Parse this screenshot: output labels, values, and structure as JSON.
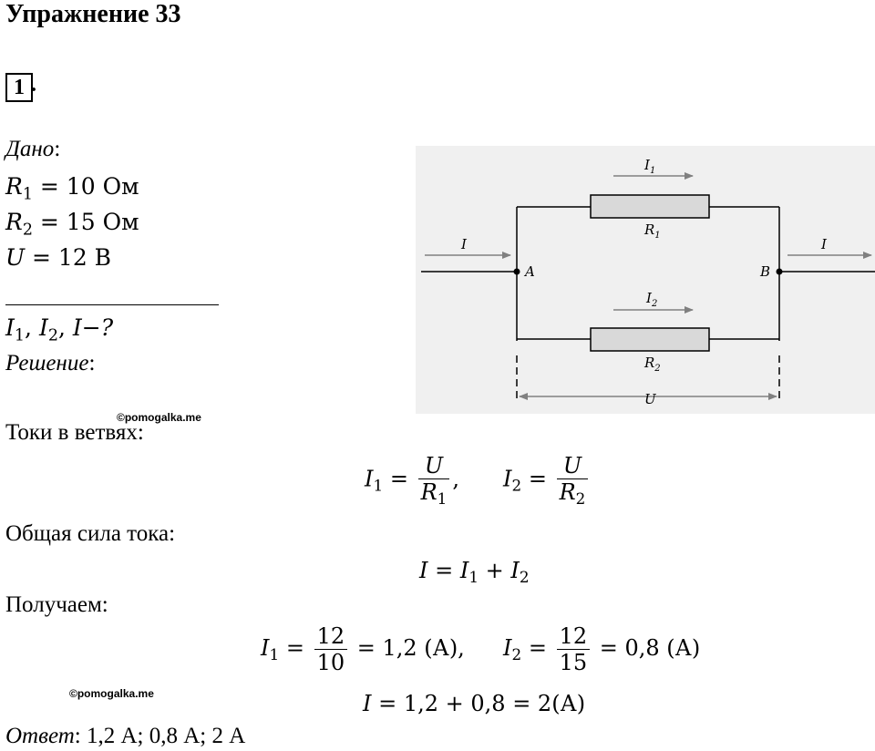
{
  "title": "Упражнение 33",
  "task_number": "1",
  "task_number_dot": ".",
  "given": {
    "label": "Дано",
    "colon": ":",
    "lines": [
      {
        "sym": "R",
        "sub": "1",
        "rest": " = 10 Ом"
      },
      {
        "sym": "R",
        "sub": "2",
        "rest": " = 15 Ом"
      },
      {
        "sym": "U",
        "sub": "",
        "rest": " = 12 В"
      }
    ]
  },
  "find": {
    "text_pre": "I",
    "i1_sub": "1",
    "i2_sub": "2",
    "sep": ", ",
    "tail": "I−?"
  },
  "solution": {
    "label": "Решение",
    "colon": ":"
  },
  "watermark": "©pomogalka.me",
  "branch_currents_heading": "Токи в ветвях:",
  "total_current_heading": "Общая сила тока:",
  "result_heading": "Получаем:",
  "formulas": {
    "i1": {
      "lhs": "I",
      "lhs_sub": "1",
      "num": "U",
      "den": "R",
      "den_sub": "1",
      "trail": ","
    },
    "i2": {
      "lhs": "I",
      "lhs_sub": "2",
      "num": "U",
      "den": "R",
      "den_sub": "2"
    },
    "total": {
      "lhs": "I",
      "rhs_a": "I",
      "rhs_a_sub": "1",
      "plus": " + ",
      "rhs_b": "I",
      "rhs_b_sub": "2"
    },
    "calc1": {
      "lhs": "I",
      "lhs_sub": "1",
      "num": "12",
      "den": "10",
      "result": " = 1,2 (А),"
    },
    "calc2": {
      "lhs": "I",
      "lhs_sub": "2",
      "num": "12",
      "den": "15",
      "result": " = 0,8 (А)"
    },
    "calc3": "= 1,2 + 0,8 = 2(А)",
    "calc3_lhs": "I"
  },
  "answer": {
    "label": "Ответ",
    "text": ": 1,2 А; 0,8 А; 2 А"
  },
  "diagram": {
    "I_in": "I",
    "I_out": "I",
    "I1": "I",
    "I1_sub": "1",
    "I2": "I",
    "I2_sub": "2",
    "R1": "R",
    "R1_sub": "1",
    "R2": "R",
    "R2_sub": "2",
    "A": "A",
    "B": "B",
    "U": "U"
  },
  "colors": {
    "diagram_bg": "#f0f0f0",
    "resistor_fill": "#d9d9d9",
    "arrow": "#808080"
  }
}
